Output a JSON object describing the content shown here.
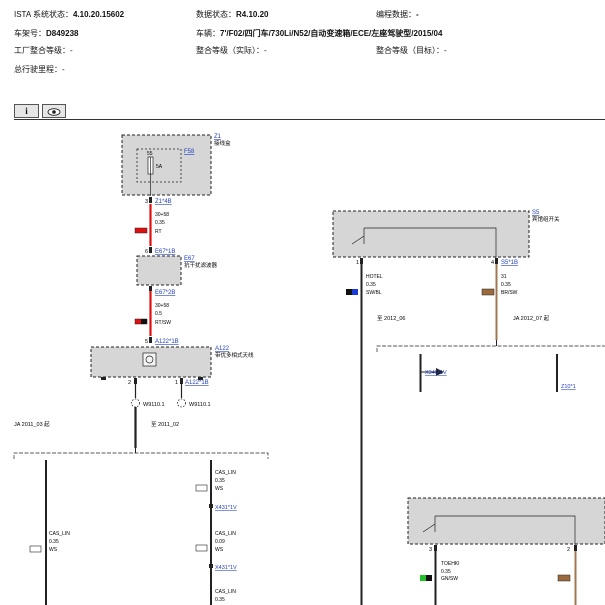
{
  "header": {
    "ista_label": "ISTA 系统状态：",
    "ista_value": "4.10.20.15602",
    "data_label": "数据状态：",
    "data_value": "R4.10.20",
    "prog_label": "编程数据：",
    "prog_value": "-",
    "frame_label": "车架号：",
    "frame_value": "D849238",
    "vehicle_label": "车辆：",
    "vehicle_value": "7'/F02/四门车/730Li/N52/自动变速箱/ECE/左座驾驶型/2015/04",
    "factory_label": "工厂整合等级：",
    "factory_value": "-",
    "integ_actual_label": "整合等级（实际）：",
    "integ_actual_value": "-",
    "integ_target_label": "整合等级（目标）：",
    "integ_target_value": "-",
    "mileage_label": "总行驶里程：",
    "mileage_value": "-"
  },
  "toolbar": {
    "info_label": "i",
    "view_label": "👁"
  },
  "diagram": {
    "z1": {
      "id": "Z1",
      "desc": "接线盒"
    },
    "f58": {
      "id": "F58",
      "rating": "5A",
      "pin": "55"
    },
    "z1_pin": "3",
    "z1_conn": "Z1*4B",
    "w1": {
      "spec": "30+58",
      "size": "0.35",
      "color": "RT"
    },
    "e67_pin": "6",
    "e67_conn": "E67*1B",
    "e67": {
      "id": "E67",
      "desc": "抗干扰滤波器"
    },
    "e67_conn2": "E67*2B",
    "w2": {
      "spec": "30+58",
      "size": "0.5",
      "color": "RT/SW"
    },
    "a122_pin": "5",
    "a122_conn": "A122*1B",
    "a122": {
      "id": "A122",
      "desc": "带优多相式天线"
    },
    "a122_pin2": "2",
    "a122_pin1": "1",
    "a122_conn2": "A122*1B",
    "w9110_a": "W9110.1",
    "w9110_b": "W9110.1",
    "note_ja2011": "JA 2011_03 起",
    "note_to2011": "至 2011_02",
    "cas_left": {
      "name": "CAS_LIN",
      "size": "0.35",
      "color": "WS"
    },
    "cas_r1": {
      "name": "CAS_LIN",
      "size": "0.35",
      "color": "WS"
    },
    "x431_a": "X431*1V",
    "cas_r2": {
      "name": "CAS_LIN",
      "size": "0.09",
      "color": "WS"
    },
    "x431_b": "X431*1V",
    "cas_r3": {
      "name": "CAS_LIN",
      "size": "0.35"
    },
    "s5": {
      "id": "S5",
      "desc": "宾馆组开关"
    },
    "s5_pin1": "1",
    "s5_pin4": "4",
    "s5_conn": "S5*1B",
    "hotel": {
      "name": "HOTEL",
      "size": "0.35",
      "color": "SW/BL"
    },
    "w31": {
      "spec": "31",
      "size": "0.35",
      "color": "BR/SW"
    },
    "note_to2012": "至 2012_06",
    "note_ja2012": "JA 2012_07 起",
    "x346": "X346*1V",
    "z10": "Z10*1",
    "pin3": "3",
    "pin2": "2",
    "toehk": {
      "name": "TOEHKI",
      "size": "0.35",
      "color": "GN/SW"
    }
  }
}
